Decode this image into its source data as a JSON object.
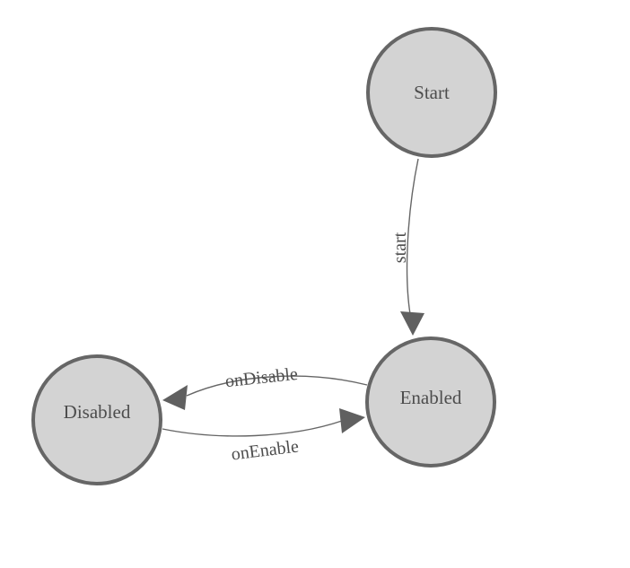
{
  "diagram": {
    "type": "state-machine",
    "colors": {
      "background": "#ffffff",
      "node_fill": "#d3d3d3",
      "node_stroke": "#666666",
      "edge_stroke": "#666666",
      "arrow_fill": "#606060",
      "label_text": "#4d4d4d"
    },
    "nodes": [
      {
        "id": "start",
        "label": "Start"
      },
      {
        "id": "enabled",
        "label": "Enabled"
      },
      {
        "id": "disabled",
        "label": "Disabled"
      }
    ],
    "edges": [
      {
        "id": "start-to-enabled",
        "from": "Start",
        "to": "Enabled",
        "label": "start"
      },
      {
        "id": "enabled-to-disabled",
        "from": "Enabled",
        "to": "Disabled",
        "label": "onDisable"
      },
      {
        "id": "disabled-to-enabled",
        "from": "Disabled",
        "to": "Enabled",
        "label": "onEnable"
      }
    ]
  }
}
